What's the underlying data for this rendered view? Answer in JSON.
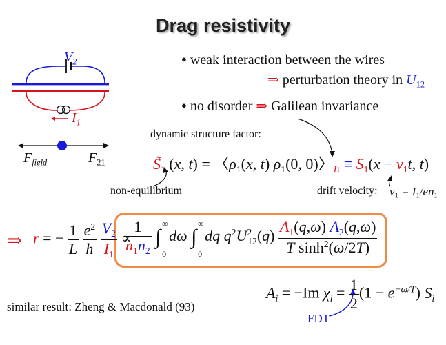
{
  "title": "Drag resistivity",
  "diagram": {
    "v2_label": "V",
    "v2_sub": "2",
    "i1_label": "I",
    "i1_sub": "1",
    "f_field_label": "F",
    "f_field_sub": "field",
    "f21_label": "F",
    "f21_sub": "21",
    "colors": {
      "wire_top": "#1a1adb",
      "wire_bottom": "#d8141b",
      "dot": "#1a1adb"
    }
  },
  "bullets": [
    {
      "text": "weak interaction between the wires"
    },
    {
      "implies": "⇒",
      "text": "perturbation theory in ",
      "symbol": "U",
      "symbol_sub": "12"
    },
    {
      "text": "no disorder",
      "implies": "⇒",
      "tail": "Galilean invariance"
    }
  ],
  "labels": {
    "dsf": "dynamic structure factor:",
    "non_equilibrium": "non-equilibrium",
    "drift_velocity": "drift velocity:",
    "similar_result": "similar result: Zheng & Macdonald (93)",
    "fdt": "FDT"
  },
  "formula": {
    "implies": "⇒",
    "integral_limit": "∞",
    "integral_lower": "0"
  },
  "colors": {
    "accent_red": "#d8141b",
    "accent_blue": "#1a1adb",
    "box_border": "#f08a45"
  }
}
